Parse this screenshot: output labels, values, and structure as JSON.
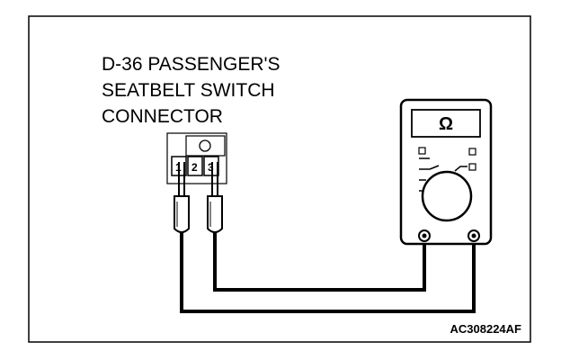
{
  "connector": {
    "title_lines": [
      "D-36 PASSENGER'S",
      "SEATBELT SWITCH",
      "CONNECTOR"
    ],
    "pins": [
      "1",
      "2",
      "3"
    ]
  },
  "meter": {
    "symbol": "Ω"
  },
  "figure_code": "AC308224AF",
  "icons": {
    "meter": "multimeter-icon",
    "probe": "test-probe-icon"
  }
}
